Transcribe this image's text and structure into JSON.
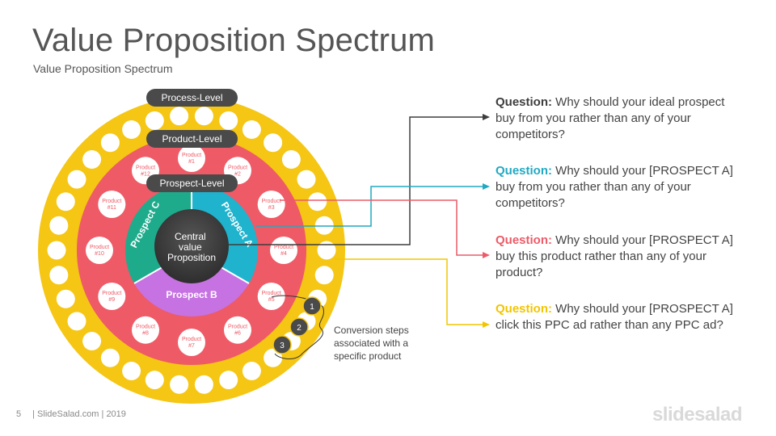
{
  "slide": {
    "title": "Value Proposition Spectrum",
    "subtitle": "Value Proposition Spectrum"
  },
  "diagram": {
    "levels": {
      "process": "Process-Level",
      "product": "Product-Level",
      "prospect": "Prospect-Level"
    },
    "center": [
      "Central",
      "value",
      "Proposition"
    ],
    "prospects": {
      "a": "Prospect A",
      "b": "Prospect B",
      "c": "Prospect C"
    },
    "products": [
      [
        "Product",
        "#1"
      ],
      [
        "Product",
        "#2"
      ],
      [
        "Product",
        "#3"
      ],
      [
        "Product",
        "#4"
      ],
      [
        "Product",
        "#5"
      ],
      [
        "Product",
        "#6"
      ],
      [
        "Product",
        "#7"
      ],
      [
        "Product",
        "#8"
      ],
      [
        "Product",
        "#9"
      ],
      [
        "Product",
        "#10"
      ],
      [
        "Product",
        "#11"
      ],
      [
        "Product",
        "#12"
      ]
    ],
    "steps": [
      "1",
      "2",
      "3"
    ],
    "steps_note": "Conversion steps associated with a specific product"
  },
  "questions": [
    {
      "label": "Question:",
      "text": "Why should your ideal prospect buy from you rather than any of your competitors?",
      "color": "#3d3d3d"
    },
    {
      "label": "Question:",
      "text": "Why should your [PROSPECT A] buy from you rather than any of your competitors?",
      "color": "#21a9c2"
    },
    {
      "label": "Question:",
      "text": "Why should your [PROSPECT A] buy this product rather than any of your product?",
      "color": "#ec5b68"
    },
    {
      "label": "Question:",
      "text": "Why should your [PROSPECT A] click this PPC ad rather than any PPC ad?",
      "color": "#f2c500"
    }
  ],
  "colors": {
    "outer_ring": "#f5c613",
    "product_ring": "#ee5a66",
    "prospect_a": "#1fb3cd",
    "prospect_b": "#c672e2",
    "prospect_c": "#1eab8c",
    "center": "#3d3d3d",
    "pill": "#4a4a4a"
  },
  "footer": {
    "page": "5",
    "credit": "| SlideSalad.com | 2019",
    "brand": "slidesalad"
  }
}
